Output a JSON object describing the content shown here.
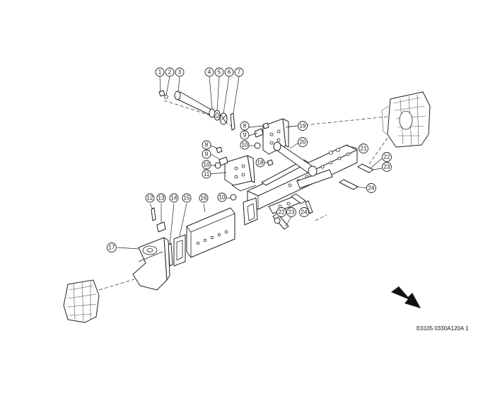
{
  "drawing_code": "E0105 0330A120A 1",
  "callouts": [
    "1",
    "2",
    "3",
    "4",
    "5",
    "6",
    "7",
    "8",
    "9",
    "10",
    "8",
    "9",
    "10",
    "11",
    "12",
    "13",
    "14",
    "15",
    "16",
    "10",
    "17",
    "18",
    "19",
    "20",
    "21",
    "22",
    "23",
    "24",
    "22",
    "23",
    "24"
  ]
}
